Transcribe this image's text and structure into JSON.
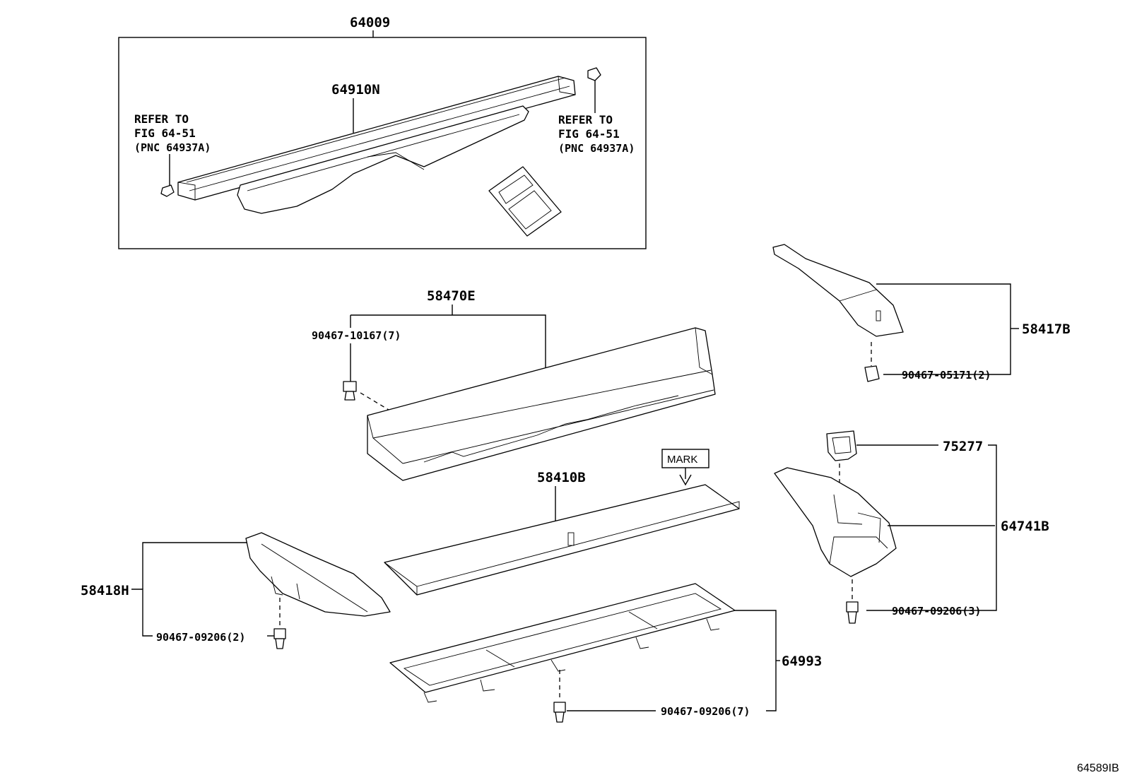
{
  "diagram": {
    "labels": {
      "p64009": "64009",
      "p64910N": "64910N",
      "refer_left": [
        "REFER TO",
        "FIG 64-51",
        "(PNC 64937A)"
      ],
      "refer_right": [
        "REFER TO",
        "FIG 64-51",
        "(PNC 64937A)"
      ],
      "p58470E": "58470E",
      "clip_58470E": "90467-10167(7)",
      "p58417B": "58417B",
      "clip_58417B": "90467-05171(2)",
      "mark": "MARK",
      "p58410B": "58410B",
      "p75277": "75277",
      "p64741B": "64741B",
      "clip_64741B": "90467-09206(3)",
      "p58418H": "58418H",
      "clip_58418H": "90467-09206(2)",
      "p64993": "64993",
      "clip_64993": "90467-09206(7)",
      "figure_id": "64589IB"
    }
  }
}
